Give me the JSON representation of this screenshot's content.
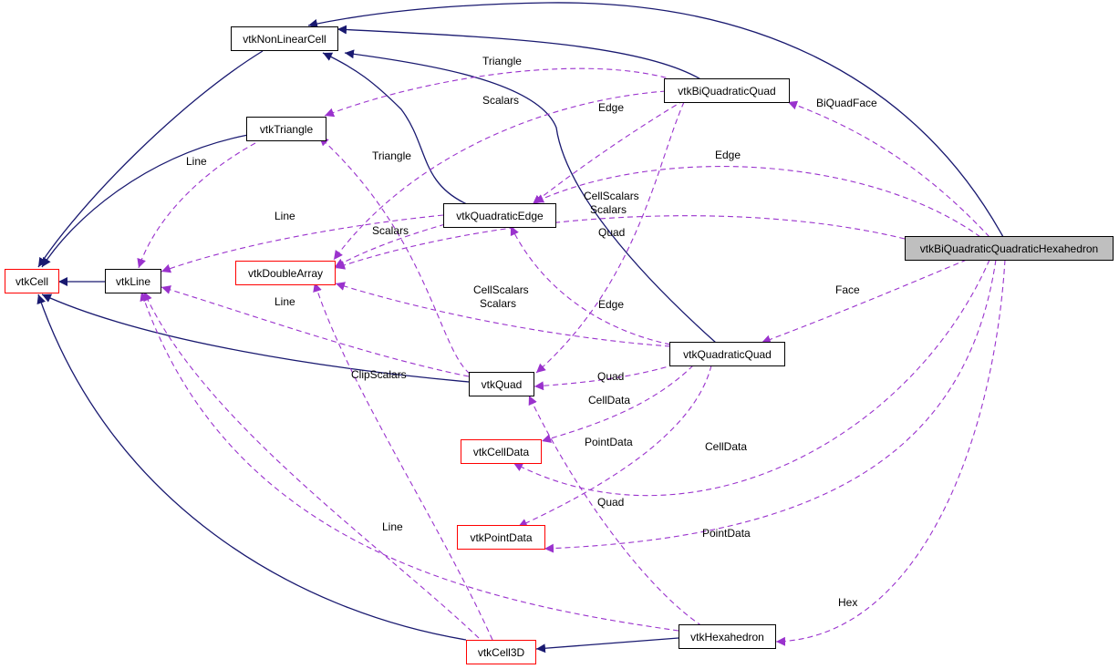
{
  "colors": {
    "inheritance": "#191970",
    "usage": "#9a32cd",
    "node_border": "#000000",
    "red_border": "#ff0000",
    "focus_fill": "#bfbfbf"
  },
  "nodes": {
    "nonlinear": "vtkNonLinearCell",
    "biquadquad": "vtkBiQuadraticQuad",
    "triangle": "vtkTriangle",
    "quadedge": "vtkQuadraticEdge",
    "hexahedron_main": "vtkBiQuadraticQuadraticHexahedron",
    "cell": "vtkCell",
    "line": "vtkLine",
    "doublearray": "vtkDoubleArray",
    "quadquad": "vtkQuadraticQuad",
    "quad": "vtkQuad",
    "celldata": "vtkCellData",
    "pointdata": "vtkPointData",
    "hex": "vtkHexahedron",
    "cell3d": "vtkCell3D"
  },
  "edge_labels": {
    "triangle_top": "Triangle",
    "scalars_top": "Scalars",
    "edge_top": "Edge",
    "biquadface": "BiQuadFace",
    "edge_right": "Edge",
    "line_tri": "Line",
    "triangle_mid": "Triangle",
    "cellscalars_a": "CellScalars",
    "scalars_a": "Scalars",
    "line_qe": "Line",
    "scalars_qe": "Scalars",
    "quad_a": "Quad",
    "face": "Face",
    "line_mid": "Line",
    "cellscalars_b": "CellScalars",
    "scalars_b": "Scalars",
    "edge_mid": "Edge",
    "clipscalars": "ClipScalars",
    "quad_b": "Quad",
    "celldata_a": "CellData",
    "pointdata_a": "PointData",
    "celldata_b": "CellData",
    "quad_c": "Quad",
    "line_bottom": "Line",
    "pointdata_b": "PointData",
    "hex_label": "Hex"
  }
}
